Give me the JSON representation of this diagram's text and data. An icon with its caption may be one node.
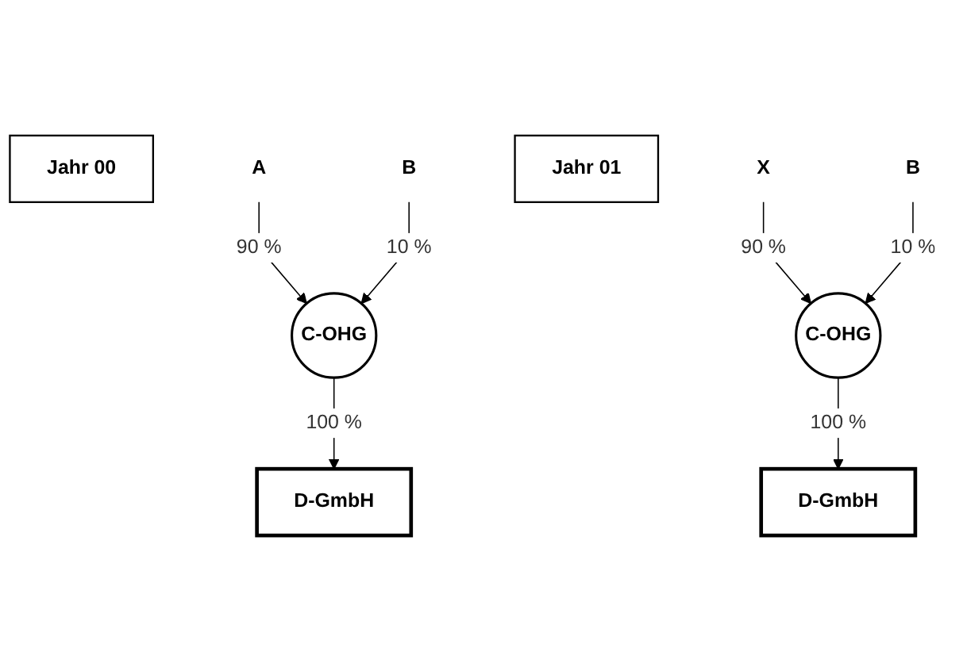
{
  "diagram": {
    "nodes": [
      {
        "text": [
          "Jahr 00"
        ]
      },
      {
        "text": [
          "A"
        ]
      },
      {
        "text": [
          "B"
        ]
      },
      {
        "text": [
          "C-OHG"
        ]
      },
      {
        "text": [
          "D-GmbH"
        ]
      },
      {
        "text": [
          "Jahr 01"
        ]
      },
      {
        "text": [
          "X"
        ]
      },
      {
        "text": [
          "B"
        ]
      },
      {
        "text": [
          "C-OHG"
        ]
      },
      {
        "text": [
          "D-GmbH"
        ]
      }
    ],
    "edges": [
      {
        "from": 1,
        "to": 3,
        "arrow": "to",
        "label": "90 %"
      },
      {
        "from": 2,
        "to": 3,
        "arrow": "to",
        "label": "10 %"
      },
      {
        "from": 3,
        "to": 4,
        "arrow": "to",
        "label": "100 %"
      },
      {
        "from": 6,
        "to": 8,
        "arrow": "to",
        "label": "90 %"
      },
      {
        "from": 7,
        "to": 8,
        "arrow": "to",
        "label": "10 %"
      },
      {
        "from": 8,
        "to": 9,
        "arrow": "to",
        "label": "100 %"
      }
    ]
  }
}
